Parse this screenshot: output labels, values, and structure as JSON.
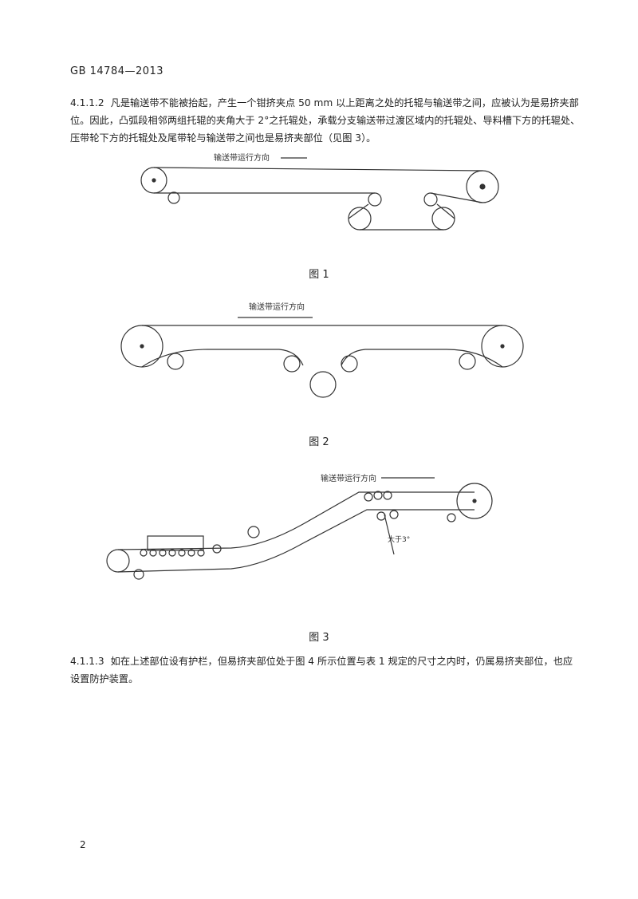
{
  "header": {
    "standard_number": "GB 14784—2013"
  },
  "clauses": [
    {
      "number": "4.1.1.2",
      "text": "凡是输送带不能被抬起，产生一个钳挤夹点 50 mm 以上距离之处的托辊与输送带之间，应被认为是易挤夹部位。因此，凸弧段相邻两组托辊的夹角大于 2°之托辊处，承载分支输送带过渡区域内的托辊处、导料槽下方的托辊处、压带轮下方的托辊处及尾带轮与输送带之间也是易挤夹部位（见图 3）。"
    },
    {
      "number": "4.1.1.3",
      "text": "如在上述部位设有护栏，但易挤夹部位处于图 4 所示位置与表 1 规定的尺寸之内时，仍属易挤夹部位，也应设置防护装置。"
    }
  ],
  "figures": [
    {
      "caption": "图 1",
      "direction_label": "输送带运行方向"
    },
    {
      "caption": "图 2",
      "direction_label": "输送带运行方向"
    },
    {
      "caption": "图 3",
      "direction_label": "输送带运行方向",
      "angle_label": "大于3°"
    }
  ],
  "footer": {
    "page_number": "2"
  }
}
